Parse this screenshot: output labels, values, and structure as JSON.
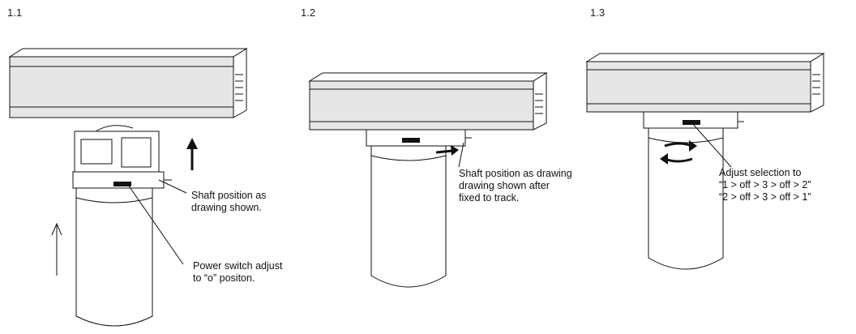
{
  "steps": [
    {
      "label": "1.1",
      "notes": [
        "Shaft position as\ndrawing shown.",
        "Power switch adjust\nto “o” positon."
      ]
    },
    {
      "label": "1.2",
      "notes": [
        "Shaft position as drawing\ndrawing shown after\nfixed to track."
      ]
    },
    {
      "label": "1.3",
      "notes": [
        "Adjust selection to\n“1 > off > 3 > off > 2”\n“2 > off > 3 > off > 1”"
      ]
    }
  ],
  "icons": [
    "up-arrow-icon",
    "push-arrow-icon",
    "rotate-arrows-icon"
  ]
}
